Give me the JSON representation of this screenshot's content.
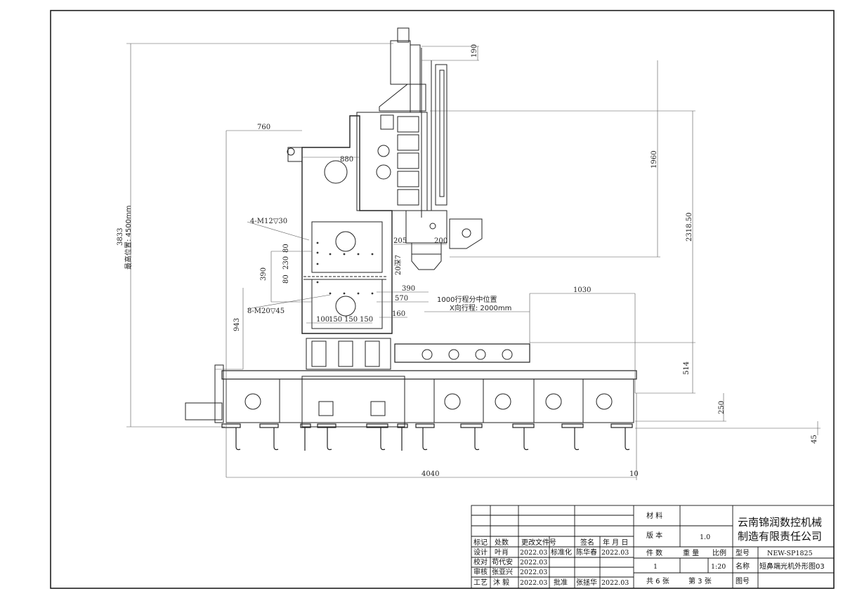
{
  "dimensions": {
    "d760": "760",
    "d880": "880",
    "d190": "190",
    "d1960": "1960",
    "d2318": "2318.50",
    "d3833": "3833",
    "dmax": "最高位置: 4500mm",
    "m12": "4-M12▽30",
    "m20": "8-M20▽45",
    "d80a": "80",
    "d230": "230",
    "d80b": "80",
    "d390v": "390",
    "d205": "205",
    "d200": "200",
    "d20": "20深7",
    "d390": "390",
    "d570": "570",
    "d160": "160",
    "d1030": "1030",
    "travel_mid": "1000行程分中位置",
    "travel_x": "X向行程: 2000mm",
    "d100": "100",
    "d150a": "150",
    "d150b": "150",
    "d150c": "150",
    "d943": "943",
    "d514": "514",
    "d250": "250",
    "d45": "45",
    "d4040": "4040",
    "d10": "10"
  },
  "title_block": {
    "material_label": "材 料",
    "version_label": "版 本",
    "version_value": "1.0",
    "company_line1": "云南锦润数控机械",
    "company_line2": "制造有限责任公司",
    "header": {
      "c1": "标记",
      "c2": "处数",
      "c3": "更改文件号",
      "c4": "签名",
      "c5": "年 月 日"
    },
    "design_label": "设计",
    "design_name": "叶肖",
    "design_date": "2022.03",
    "std_label": "标准化",
    "std_name": "陈华春",
    "std_date": "2022.03",
    "check_label": "校对",
    "check_name": "苟代安",
    "check_date": "2022.03",
    "review_label": "审核",
    "review_name": "张亚兴",
    "review_date": "2022.03",
    "process_label": "工艺",
    "process_name": "沐 毅",
    "process_date": "2022.03",
    "approve_label": "批准",
    "approve_name": "张拯华",
    "approve_date": "2022.03",
    "pieces_label": "件 数",
    "weight_label": "重 量",
    "scale_label": "比例",
    "pieces_value": "1",
    "scale_value": "1:20",
    "model_label": "型号",
    "model_value": "NEW-SP1825",
    "name_label": "名称",
    "name_value": "短鼻端光机外形图03",
    "drawing_no_label": "图号",
    "sheets_total": "共 6 张",
    "sheet_no": "第 3 张"
  }
}
